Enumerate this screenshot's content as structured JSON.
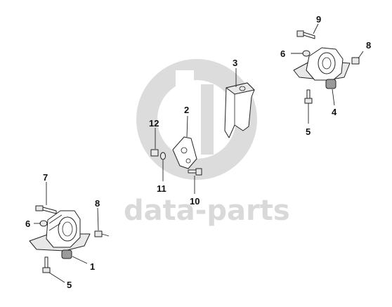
{
  "watermark": {
    "text": "data-parts"
  },
  "callouts": {
    "c1": "1",
    "c2": "2",
    "c3": "3",
    "c4": "4",
    "c5a": "5",
    "c5b": "5",
    "c6a": "6",
    "c6b": "6",
    "c7": "7",
    "c8a": "8",
    "c8b": "8",
    "c9": "9",
    "c10": "10",
    "c11": "11",
    "c12": "12"
  },
  "colors": {
    "line": "#222222",
    "watermark": "#d9d9d9",
    "background": "#ffffff"
  }
}
